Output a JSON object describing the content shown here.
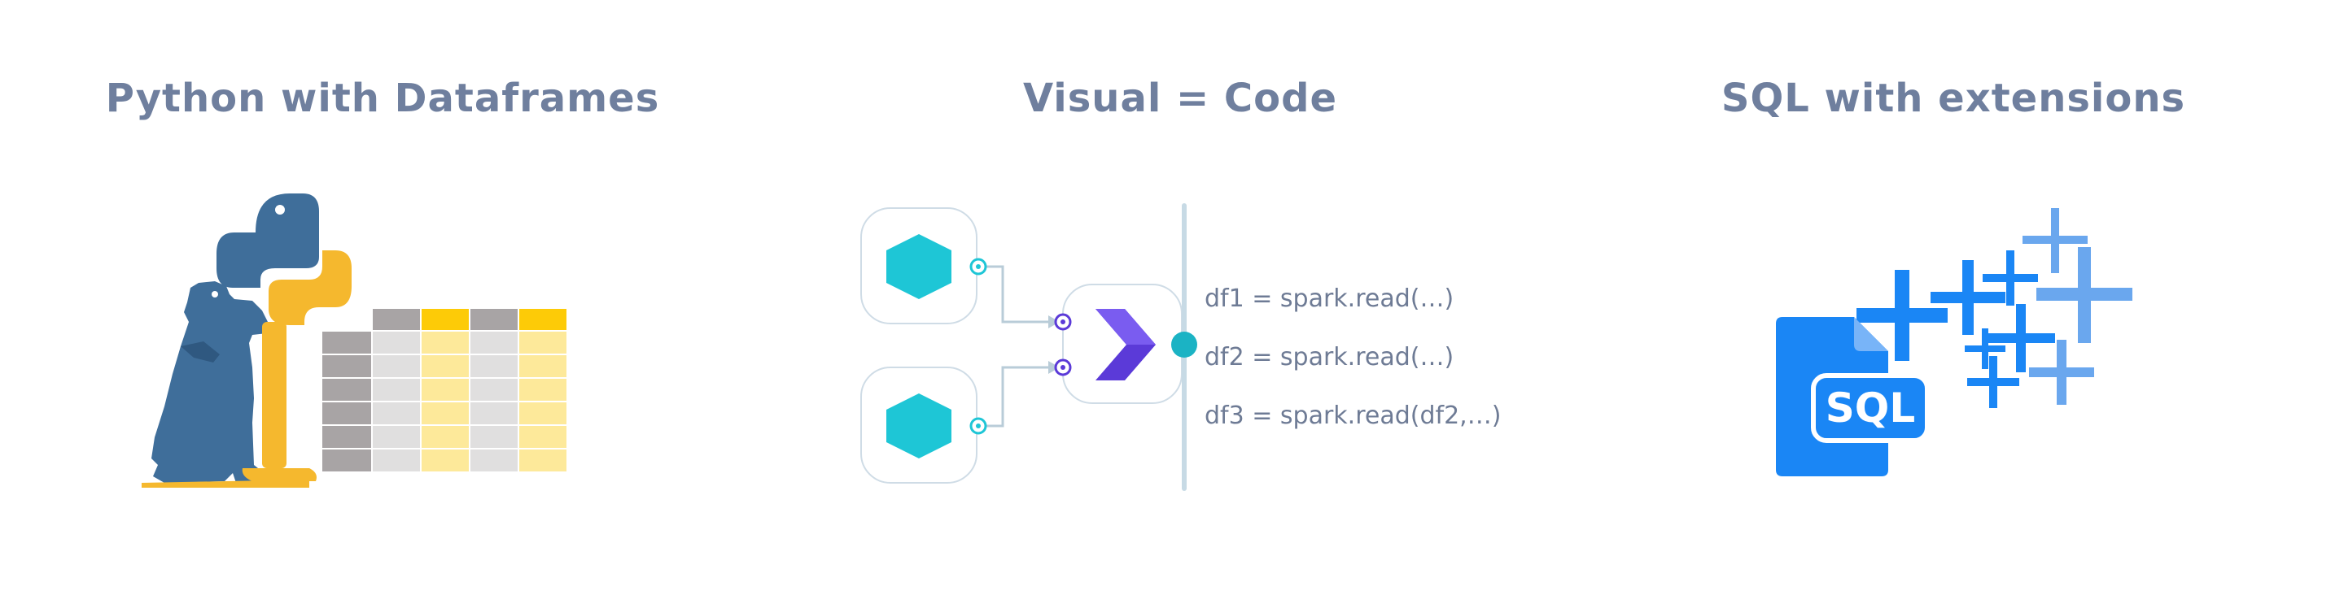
{
  "headings": {
    "python": "Python with Dataframes",
    "visual": "Visual = Code",
    "sql": "SQL with extensions"
  },
  "visual": {
    "code_lines": [
      "df1 = spark.read(…)",
      "df2 = spark.read(…)",
      "df3 = spark.read(df2,…)"
    ]
  },
  "sql": {
    "file_label": "SQL"
  },
  "icons": {
    "python": "python-logo-icon",
    "bear": "bear-icon",
    "dataframe": "dataframe-table-icon",
    "source_node": "hexagon-icon",
    "join_node": "chevron-icon",
    "sql_file": "sql-file-icon",
    "plus": "plus-icon"
  },
  "colors": {
    "heading": "#6f7f9e",
    "python_blue": "#3f6e9a",
    "python_yellow": "#f5b82e",
    "table_gray": "#a8a4a5",
    "table_yellow": "#fdcb07",
    "teal": "#1ec6d6",
    "purple": "#5b3ad8",
    "sql_blue": "#1a86f5"
  }
}
